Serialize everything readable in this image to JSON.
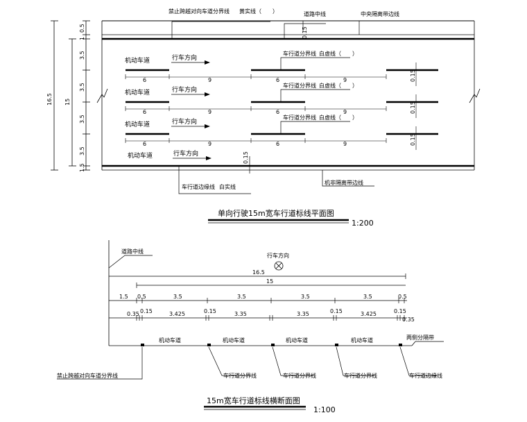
{
  "plan": {
    "labels": {
      "no_cross": "禁止跨越对向车道分界线",
      "yellow_solid": "黄实线（　　）",
      "centerline": "道路中线",
      "median_edge": "中央隔离带边线",
      "lane_divider": "车行道分界线",
      "white_dashed": "白虚线（　　）",
      "motor_lane": "机动车道",
      "direction": "行车方向",
      "edge_line": "车行道边缘线",
      "white_solid": "白实线",
      "nonmotor_edge": "机非隔离带边线"
    },
    "dims": {
      "total": "16.5",
      "width": "15",
      "lane": "3.5",
      "half": "0.5",
      "one": "1",
      "one_half": "1.5",
      "mark_width": "0.15",
      "mark_len": "6",
      "gap_len": "9"
    },
    "title": "单向行驶15m宽车行道标线平面图",
    "scale": "1:200"
  },
  "section": {
    "labels": {
      "centerline": "道路中线",
      "direction": "行车方向",
      "motor_lane": "机动车道",
      "side_median": "两侧分隔带",
      "no_cross": "禁止跨越对向车道分界线",
      "lane_divider": "车行道分界线",
      "edge_line": "车行道边缘线"
    },
    "dims": {
      "total": "16.5",
      "width": "15",
      "row1": [
        "1.5",
        "0.5",
        "3.5",
        "3.5",
        "3.5",
        "3.5",
        "0.5"
      ],
      "row2": [
        "0.35",
        "0.15",
        "3.425",
        "0.15",
        "3.35",
        "3.35",
        "0.15",
        "3.425",
        "0.15",
        "0.35"
      ]
    },
    "title": "15m宽车行道标线横断面图",
    "scale": "1:100"
  }
}
